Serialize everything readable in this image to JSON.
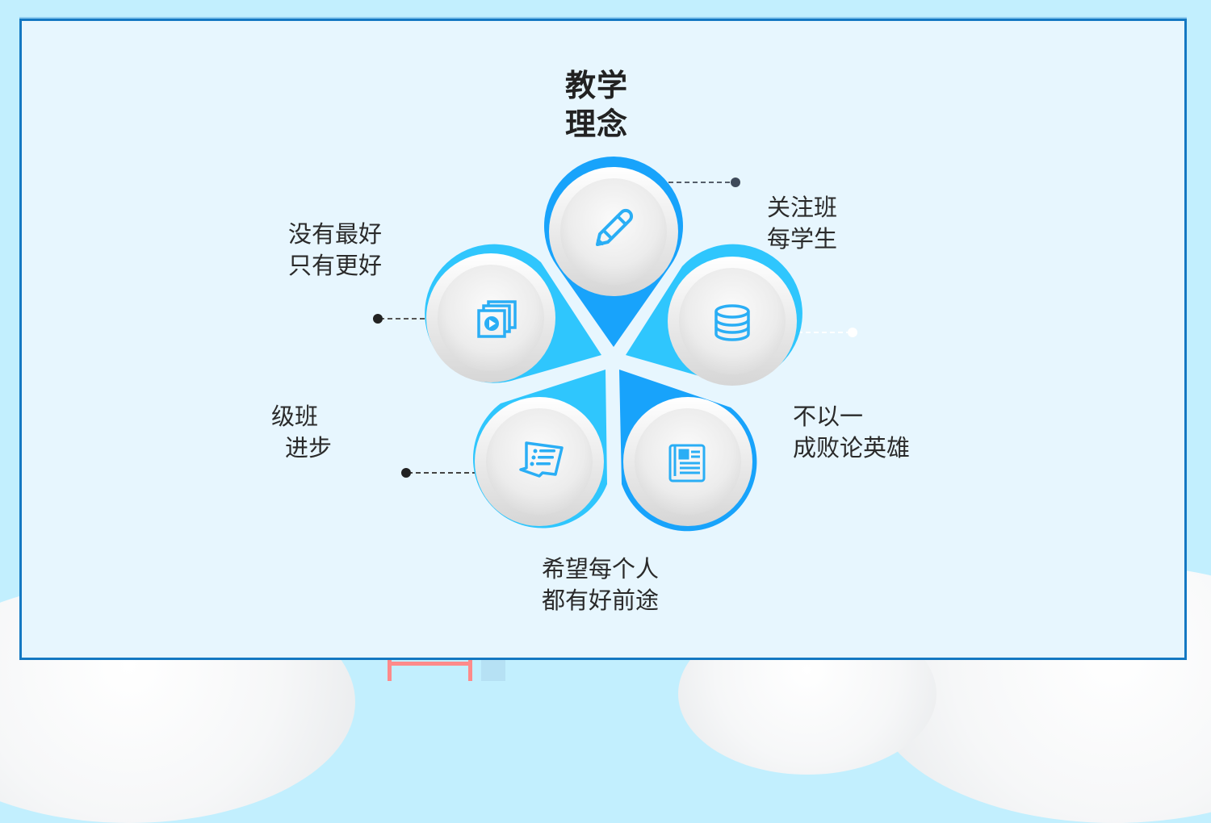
{
  "slide": {
    "title_lines": [
      "教学",
      "理念"
    ],
    "colors": {
      "background": "#c2effe",
      "panel": "#e7f6fe",
      "panel_border": "#1478c2",
      "petal_dark": "#18a3fb",
      "petal_light": "#2fc6fd",
      "icon": "#2aaef5",
      "text": "#2a2a2a"
    }
  },
  "petals": [
    {
      "id": "top",
      "icon": "pencil-icon",
      "label_lines": [
        "关注班",
        "每学生"
      ]
    },
    {
      "id": "right",
      "icon": "database-icon",
      "label_lines": [
        "不以一",
        "成败论英雄"
      ]
    },
    {
      "id": "bottom-right",
      "icon": "newspaper-icon",
      "label_lines": [
        "希望每个人",
        "都有好前途"
      ]
    },
    {
      "id": "bottom-left",
      "icon": "document-list-icon",
      "label_lines": [
        "级班",
        "进步"
      ]
    },
    {
      "id": "left",
      "icon": "media-gallery-icon",
      "label_lines": [
        "没有最好",
        "只有更好"
      ]
    }
  ]
}
